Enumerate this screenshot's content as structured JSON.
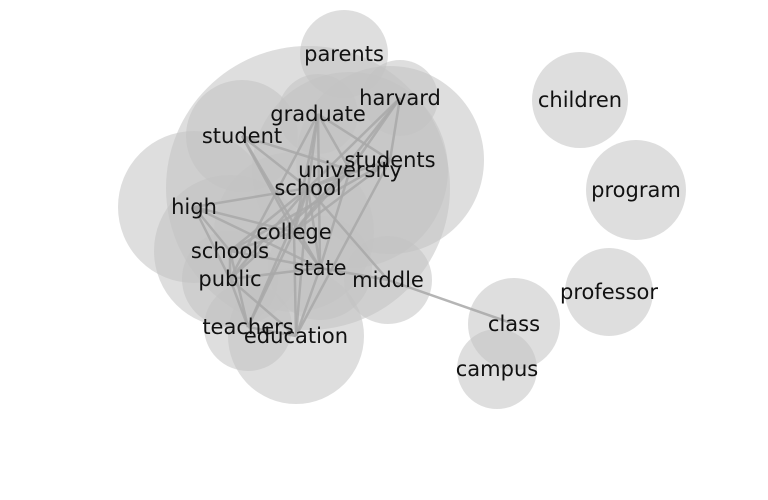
{
  "graph": {
    "nodes": [
      {
        "id": "parents",
        "label": "parents"
      },
      {
        "id": "harvard",
        "label": "harvard"
      },
      {
        "id": "graduate",
        "label": "graduate"
      },
      {
        "id": "student",
        "label": "student"
      },
      {
        "id": "students",
        "label": "students"
      },
      {
        "id": "university",
        "label": "university"
      },
      {
        "id": "school",
        "label": "school"
      },
      {
        "id": "high",
        "label": "high"
      },
      {
        "id": "college",
        "label": "college"
      },
      {
        "id": "schools",
        "label": "schools"
      },
      {
        "id": "state",
        "label": "state"
      },
      {
        "id": "public",
        "label": "public"
      },
      {
        "id": "middle",
        "label": "middle"
      },
      {
        "id": "teachers",
        "label": "teachers"
      },
      {
        "id": "education",
        "label": "education"
      },
      {
        "id": "children",
        "label": "children"
      },
      {
        "id": "program",
        "label": "program"
      },
      {
        "id": "professor",
        "label": "professor"
      },
      {
        "id": "class",
        "label": "class"
      },
      {
        "id": "campus",
        "label": "campus"
      }
    ],
    "edges": [
      [
        "graduate",
        "school"
      ],
      [
        "graduate",
        "university"
      ],
      [
        "graduate",
        "students"
      ],
      [
        "graduate",
        "college"
      ],
      [
        "graduate",
        "state"
      ],
      [
        "graduate",
        "public"
      ],
      [
        "harvard",
        "university"
      ],
      [
        "harvard",
        "school"
      ],
      [
        "harvard",
        "college"
      ],
      [
        "harvard",
        "students"
      ],
      [
        "student",
        "school"
      ],
      [
        "student",
        "university"
      ],
      [
        "student",
        "college"
      ],
      [
        "student",
        "state"
      ],
      [
        "students",
        "school"
      ],
      [
        "students",
        "college"
      ],
      [
        "students",
        "education"
      ],
      [
        "students",
        "schools"
      ],
      [
        "university",
        "college"
      ],
      [
        "university",
        "school"
      ],
      [
        "university",
        "state"
      ],
      [
        "university",
        "public"
      ],
      [
        "school",
        "high"
      ],
      [
        "school",
        "college"
      ],
      [
        "school",
        "schools"
      ],
      [
        "school",
        "public"
      ],
      [
        "school",
        "state"
      ],
      [
        "school",
        "teachers"
      ],
      [
        "school",
        "education"
      ],
      [
        "school",
        "middle"
      ],
      [
        "high",
        "schools"
      ],
      [
        "high",
        "public"
      ],
      [
        "high",
        "college"
      ],
      [
        "high",
        "state"
      ],
      [
        "college",
        "state"
      ],
      [
        "college",
        "education"
      ],
      [
        "college",
        "schools"
      ],
      [
        "college",
        "teachers"
      ],
      [
        "schools",
        "public"
      ],
      [
        "schools",
        "state"
      ],
      [
        "schools",
        "teachers"
      ],
      [
        "state",
        "education"
      ],
      [
        "state",
        "middle"
      ],
      [
        "state",
        "public"
      ],
      [
        "public",
        "teachers"
      ],
      [
        "public",
        "education"
      ],
      [
        "teachers",
        "education"
      ],
      [
        "middle",
        "class"
      ]
    ]
  }
}
